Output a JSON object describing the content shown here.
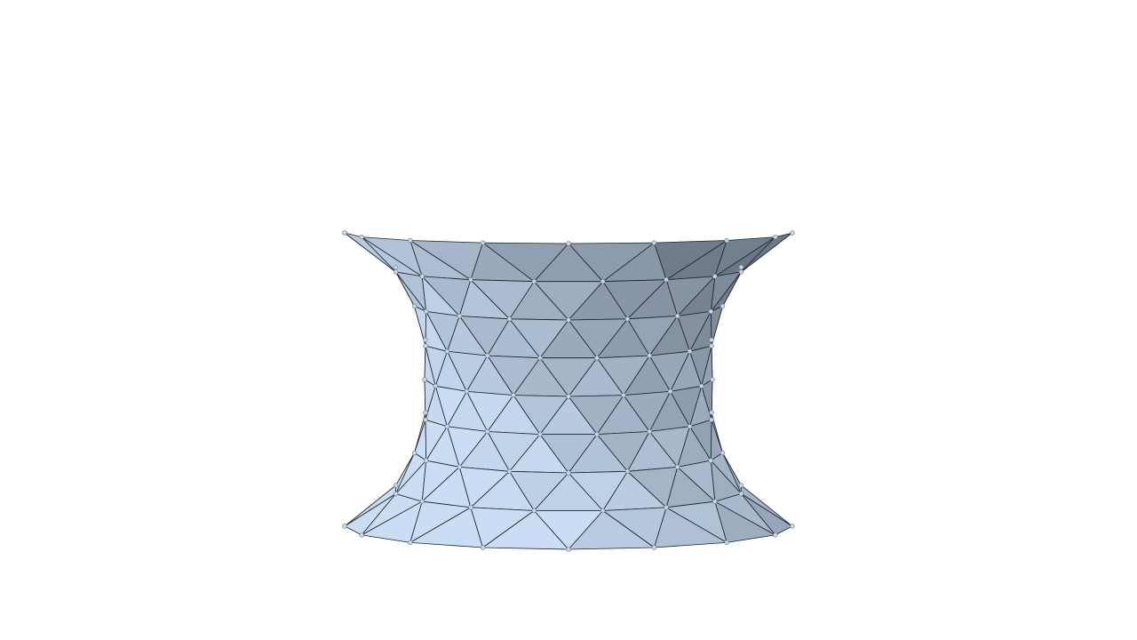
{
  "scene": {
    "background": "#ffffff",
    "object": "triangulated-hyperboloid-mesh",
    "rendering": "flat-shaded-wireframe-with-vertices",
    "colors": {
      "edge": "#1e242b",
      "vertex": "#c8d6e6",
      "vertex_outline": "#6b7a8c",
      "shade_light": "#c9ddf4",
      "shade_dark": "#3f4750"
    },
    "mesh": {
      "segments_around": 16,
      "rings": 8
    }
  }
}
